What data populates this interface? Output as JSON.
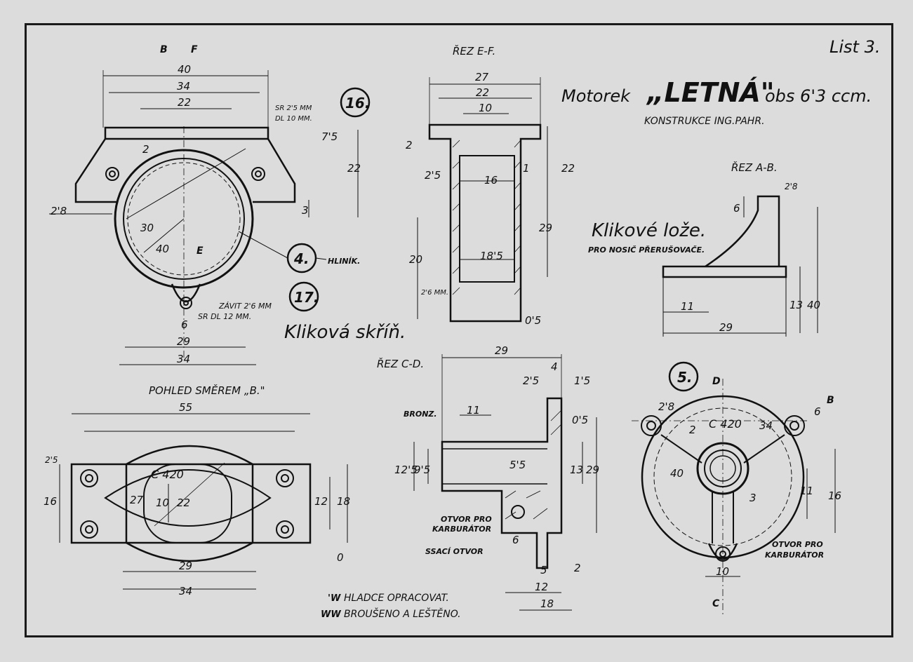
{
  "sheet": {
    "list": "List 3.",
    "title_prefix": "Motorek",
    "title_name": "„LETNÁ\"",
    "title_suffix": "obs 6'3 ccm.",
    "subtitle": "KONSTRUKCE ING.PAHR."
  },
  "parts": {
    "p16": "16.",
    "p4": "4.",
    "p17": "17.",
    "p5": "5."
  },
  "labels": {
    "klikova_skrin": "Kliková skříň.",
    "klikove_loze": "Klikové lože.",
    "pro_nosic": "PRO NOSIČ PŘERUŠOVAČE.",
    "hlinik": "HLINÍK.",
    "pohled": "POHLED SMĚREM „B.\"",
    "rez_ef": "ŘEZ E-F.",
    "rez_ab": "ŘEZ A-B.",
    "rez_cd": "ŘEZ C-D.",
    "bronz": "BRONZ.",
    "otvor_pro": "OTVOR PRO",
    "karburator": "KARBURÁTOR",
    "ssaci_otvor": "SSACÍ OTVOR",
    "sr25": "SR 2'5 MM",
    "dl10": "DL 10 MM.",
    "zavit": "ZÁVIT 2'6 MM",
    "srdl12": "SR DL 12 MM.",
    "c420": "C 420",
    "legend1": "HLADCE OPRACOVAT.",
    "legend2": "BROUŠENO A LEŠTĚNO.",
    "sec_b": "B",
    "sec_f": "F",
    "sec_e": "E",
    "sec_d": "D",
    "sec_c": "C"
  },
  "dims": {
    "d40": "40",
    "d34": "34",
    "d22": "22",
    "d29": "29",
    "d6": "6",
    "d30": "30",
    "d28": "2'8",
    "d3": "3",
    "d2": "2",
    "d75": "7'5",
    "d27": "27",
    "d10": "10",
    "d16": "16",
    "d25": "2'5",
    "d185": "18'5",
    "d20": "20",
    "d26": "2'6 MM.",
    "d05": "0'5",
    "d11": "11",
    "d13": "13",
    "d55": "55",
    "d12": "12",
    "d18": "18",
    "d0": "0",
    "d4": "4",
    "d15": "1'5",
    "d125": "12'5",
    "d95": "9'5",
    "d5_5": "5'5",
    "d5": "5",
    "d1": "1"
  }
}
